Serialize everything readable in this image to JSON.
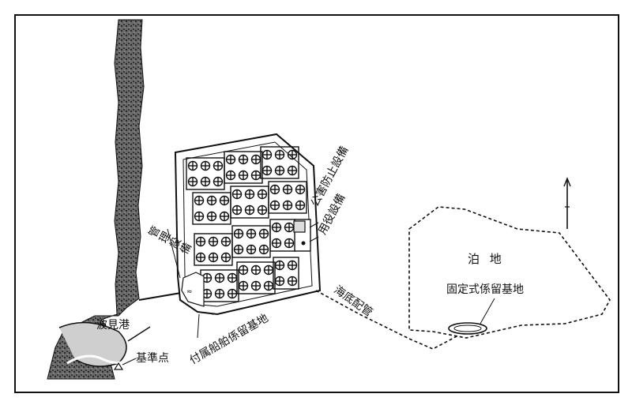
{
  "labels": {
    "plant_facility": "管理設備",
    "environmental_facility": "公害防止設備",
    "utility_facility": "用役設備",
    "subsea_pipeline": "海底配管",
    "anchorage": "泊 地",
    "fixed_mooring": "固定式係留基地",
    "port": "波見港",
    "datum_point": "基準点",
    "auxiliary_mooring": "付属船舶係留基地"
  },
  "colors": {
    "ink": "#111111",
    "coast_fill": "#3a3a3a",
    "background": "#ffffff"
  },
  "icons": {
    "north_arrow": "north-arrow-icon",
    "tank": "crossed-circle-tank-icon"
  }
}
